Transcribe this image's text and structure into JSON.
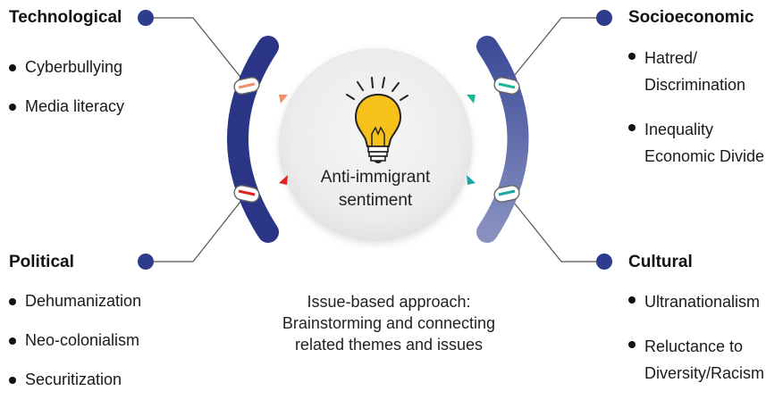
{
  "center": {
    "label_line1": "Anti-immigrant",
    "label_line2": "sentiment",
    "icon": "lightbulb-icon"
  },
  "caption": {
    "line1": "Issue-based approach:",
    "line2": "Brainstorming and connecting",
    "line3": "related themes and issues"
  },
  "technological": {
    "title": "Technological",
    "items": [
      "Cyberbullying",
      "Media literacy"
    ]
  },
  "political": {
    "title": "Political",
    "items": [
      "Dehumanization",
      "Neo-colonialism",
      "Securitization"
    ]
  },
  "socioeconomic": {
    "title": "Socioeconomic",
    "items": [
      {
        "line1": "Hatred/",
        "line2": "Discrimination"
      },
      {
        "line1": "Inequality",
        "line2": "Economic Divide"
      }
    ]
  },
  "cultural": {
    "title": "Cultural",
    "items": [
      {
        "line1": "Ultranationalism",
        "line2": ""
      },
      {
        "line1": "Reluctance to",
        "line2": "Diversity/Racism"
      }
    ]
  },
  "colors": {
    "node_blue": "#2d3c8c",
    "left_arc": "#2a3585",
    "right_arc_top": "#3c4c98",
    "right_arc_bottom": "#8890c0",
    "orange": "#f28e6c",
    "red": "#e0231c",
    "green": "#1bb894",
    "teal": "#1aa6a6",
    "bulb_yellow": "#f6c21a"
  }
}
